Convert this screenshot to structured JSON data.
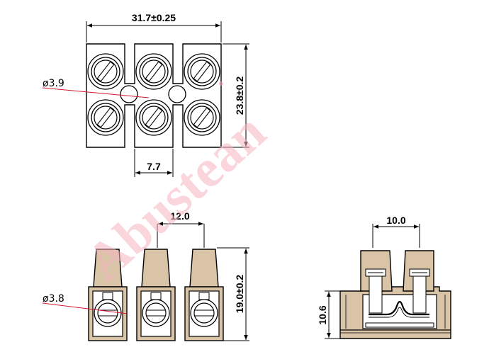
{
  "top_view": {
    "width_dim": "31.7±0.25",
    "height_dim": "23.8±0.2",
    "pitch_dim": "7.7",
    "hole_dim": "ø3.9"
  },
  "front_view": {
    "pitch_dim": "12.0",
    "height_dim": "19.0±0.2",
    "hole_dim": "ø3.8"
  },
  "side_view": {
    "pitch_dim": "10.0",
    "height_dim": "10.6"
  },
  "watermark": "Abustean",
  "colors": {
    "line": "#000000",
    "body_fill": "#d9c4a8",
    "leader": "#d01830",
    "watermark": "#f6b3bf"
  }
}
